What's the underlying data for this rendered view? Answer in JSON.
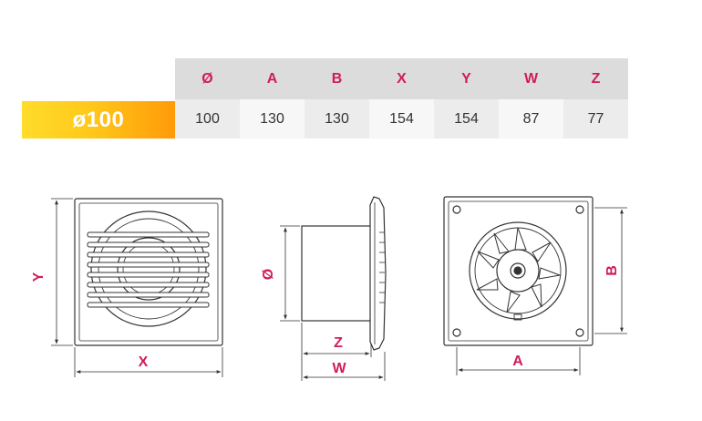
{
  "model_label": "ø100",
  "table": {
    "headers": [
      "Ø",
      "A",
      "B",
      "X",
      "Y",
      "W",
      "Z"
    ],
    "values": [
      "100",
      "130",
      "130",
      "154",
      "154",
      "87",
      "77"
    ]
  },
  "dimension_labels": {
    "x": "X",
    "y": "Y",
    "diameter": "Ø",
    "z": "Z",
    "w": "W",
    "a": "A",
    "b": "B"
  },
  "colors": {
    "accent": "#d01c5c",
    "header_bg": "#dcdcdc",
    "gradient_start": "#ffdc2a",
    "gradient_end": "#ff9a08"
  }
}
